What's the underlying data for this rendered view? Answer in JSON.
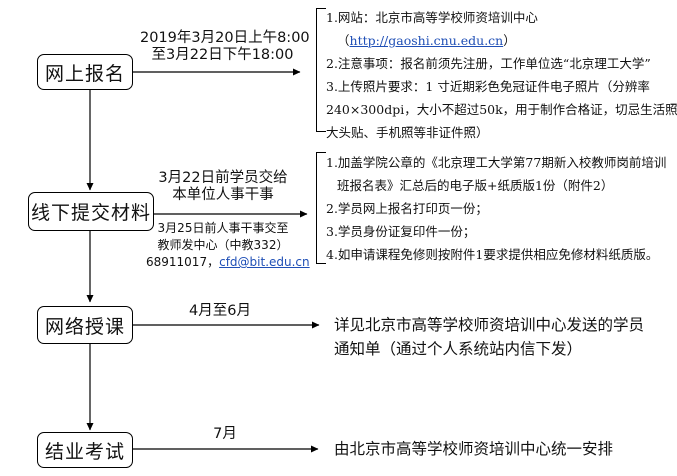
{
  "stages": [
    {
      "label": "网上报名"
    },
    {
      "label": "线下提交材料"
    },
    {
      "label": "网络授课"
    },
    {
      "label": "结业考试"
    }
  ],
  "times": {
    "online": {
      "line1": "2019年3月20日上午8:00",
      "line2": "至3月22日下午18:00"
    },
    "offline": {
      "line1": "3月22日前学员交给",
      "line2": "本单位人事干事",
      "line3": "3月25日前人事干事交至",
      "line4": "教师发中心（中教332）",
      "phone": "68911017，",
      "email": "cfd@bit.edu.cn"
    },
    "course": "4月至6月",
    "exam": "7月"
  },
  "online_notes": {
    "item1": "1.网站：北京市高等学校师资培训中心",
    "item1_url_open": "（",
    "item1_url": "http://gaoshi.cnu.edu.cn",
    "item1_url_close": "）",
    "item2": "2.注意事项：报名前须先注册，工作单位选“北京理工大学”",
    "item3_line1": "3.上传照片要求：1 寸近期彩色免冠证件电子照片（分辨率",
    "item3_line2": "240×300dpi，大小不超过50k，用于制作合格证，切忌生活照、",
    "item3_line3": "大头贴、手机照等非证件照）"
  },
  "offline_notes": {
    "item1_line1": "1.加盖学院公章的《北京理工大学第77期新入校教师岗前培训",
    "item1_line2": "班报名表》汇总后的电子版+纸质版1份（附件2）",
    "item2": "2.学员网上报名打印页一份；",
    "item3": "3.学员身份证复印件一份；",
    "item4": "4.如申请课程免修则按附件1要求提供相应免修材料纸质版。"
  },
  "course_note": {
    "line1": "详见北京市高等学校师资培训中心发送的学员",
    "line2": "通知单（通过个人系统站内信下发）"
  },
  "exam_note": "由北京市高等学校师资培训中心统一安排"
}
